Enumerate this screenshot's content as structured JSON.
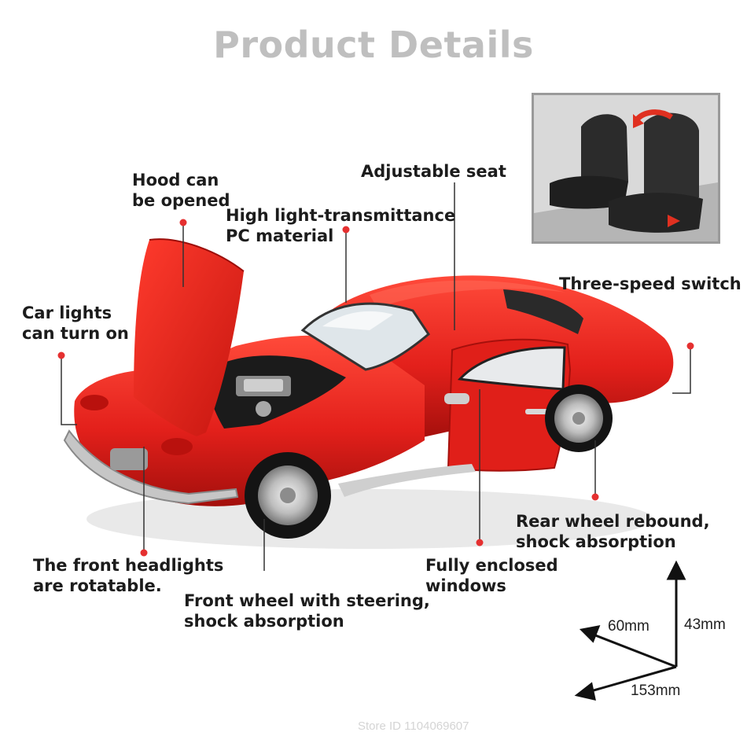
{
  "title": "Product Details",
  "labels": {
    "hood": [
      "Hood can",
      "be opened"
    ],
    "seat": "Adjustable seat",
    "pc": [
      "High light-transmittance",
      "PC material"
    ],
    "switch": "Three-speed switch",
    "lights": [
      "Car lights",
      "can turn on"
    ],
    "headlights": [
      "The front headlights",
      "are rotatable."
    ],
    "front_wheel": [
      "Front wheel with steering,",
      "shock absorption"
    ],
    "windows": [
      "Fully enclosed",
      "windows"
    ],
    "rear_wheel": [
      "Rear wheel rebound,",
      "shock absorption"
    ]
  },
  "dimensions": {
    "width": "60mm",
    "height": "43mm",
    "length": "153mm"
  },
  "watermark": "Store ID 1104069607",
  "colors": {
    "car": "#e3201b",
    "marker": "#e53030",
    "title": "#bfbfbf"
  }
}
